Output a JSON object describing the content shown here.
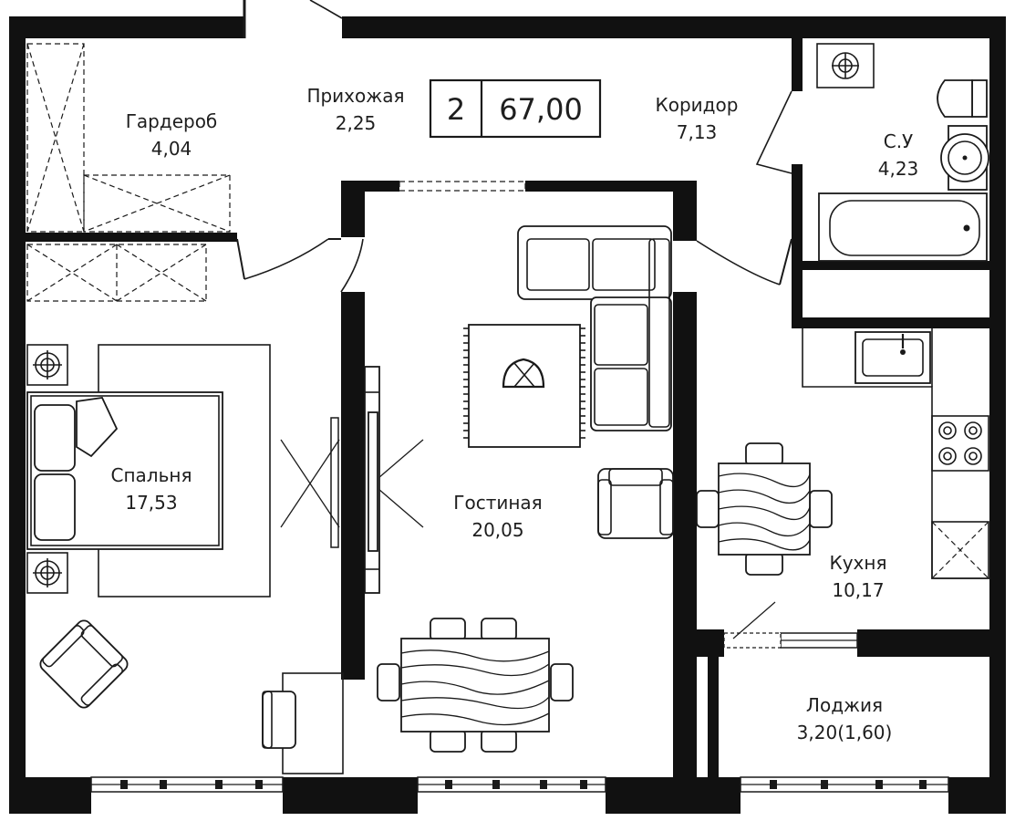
{
  "badge": {
    "rooms": "2",
    "area": "67,00"
  },
  "rooms": [
    {
      "id": "garderob",
      "name": "Гардероб",
      "area": "4,04"
    },
    {
      "id": "prihozhaya",
      "name": "Прихожая",
      "area": "2,25"
    },
    {
      "id": "koridor",
      "name": "Коридор",
      "area": "7,13"
    },
    {
      "id": "su",
      "name": "С.У",
      "area": "4,23"
    },
    {
      "id": "spalnya",
      "name": "Спальня",
      "area": "17,53"
    },
    {
      "id": "gostinaya",
      "name": "Гостиная",
      "area": "20,05"
    },
    {
      "id": "kuhnya",
      "name": "Кухня",
      "area": "10,17"
    },
    {
      "id": "lodzhiya",
      "name": "Лоджия",
      "area": "3,20(1,60)"
    }
  ],
  "colors": {
    "wall": "#111111",
    "line": "#1a1a1a",
    "background": "#ffffff"
  }
}
